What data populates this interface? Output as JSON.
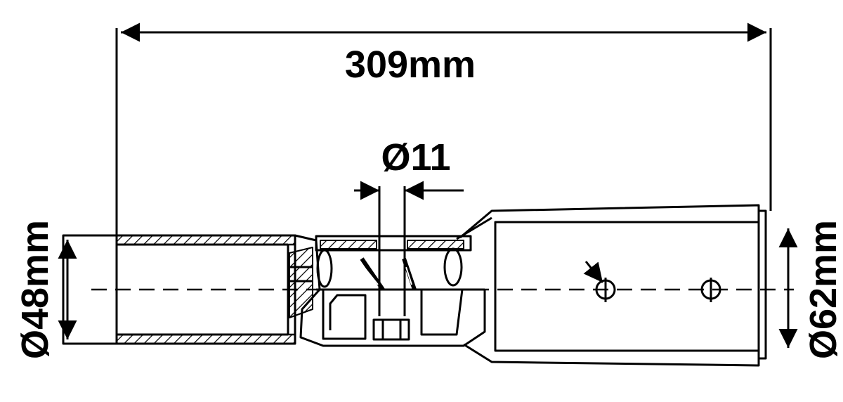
{
  "dimensions": {
    "overall_length": "309mm",
    "hole_diameter": "Ø11",
    "inlet_diameter": "Ø48mm",
    "outlet_diameter": "Ø62mm"
  },
  "colors": {
    "line": "#000000",
    "background": "#ffffff"
  }
}
